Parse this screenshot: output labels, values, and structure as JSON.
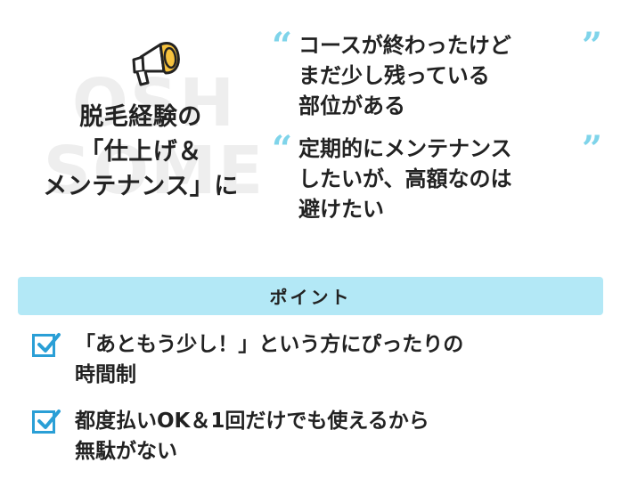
{
  "colors": {
    "accent": "#7fd4ea",
    "banner": "#b3e8f6",
    "checkbox": "#2a9fd6",
    "megaphone": "#f6c23e",
    "text": "#222222",
    "watermark": "#eeeeee"
  },
  "watermark": {
    "line1": "OSH",
    "line2": "SOME"
  },
  "heading": {
    "line1": "脱毛経験の",
    "line2": "「仕上げ＆",
    "line3": "メンテナンス」に"
  },
  "quotes": [
    {
      "open": "“",
      "close": "”",
      "lines": [
        "コースが終わったけど",
        "まだ少し残っている",
        "部位がある"
      ]
    },
    {
      "open": "“",
      "close": "”",
      "lines": [
        "定期的にメンテナンス",
        "したいが、高額なのは",
        "避けたい"
      ]
    }
  ],
  "point": {
    "title": "ポイント",
    "items": [
      {
        "lines": [
          "「あともう少し！」という方にぴったりの",
          "時間制"
        ]
      },
      {
        "lines": [
          "都度払いOK＆1回だけでも使えるから",
          "無駄がない"
        ]
      }
    ]
  }
}
